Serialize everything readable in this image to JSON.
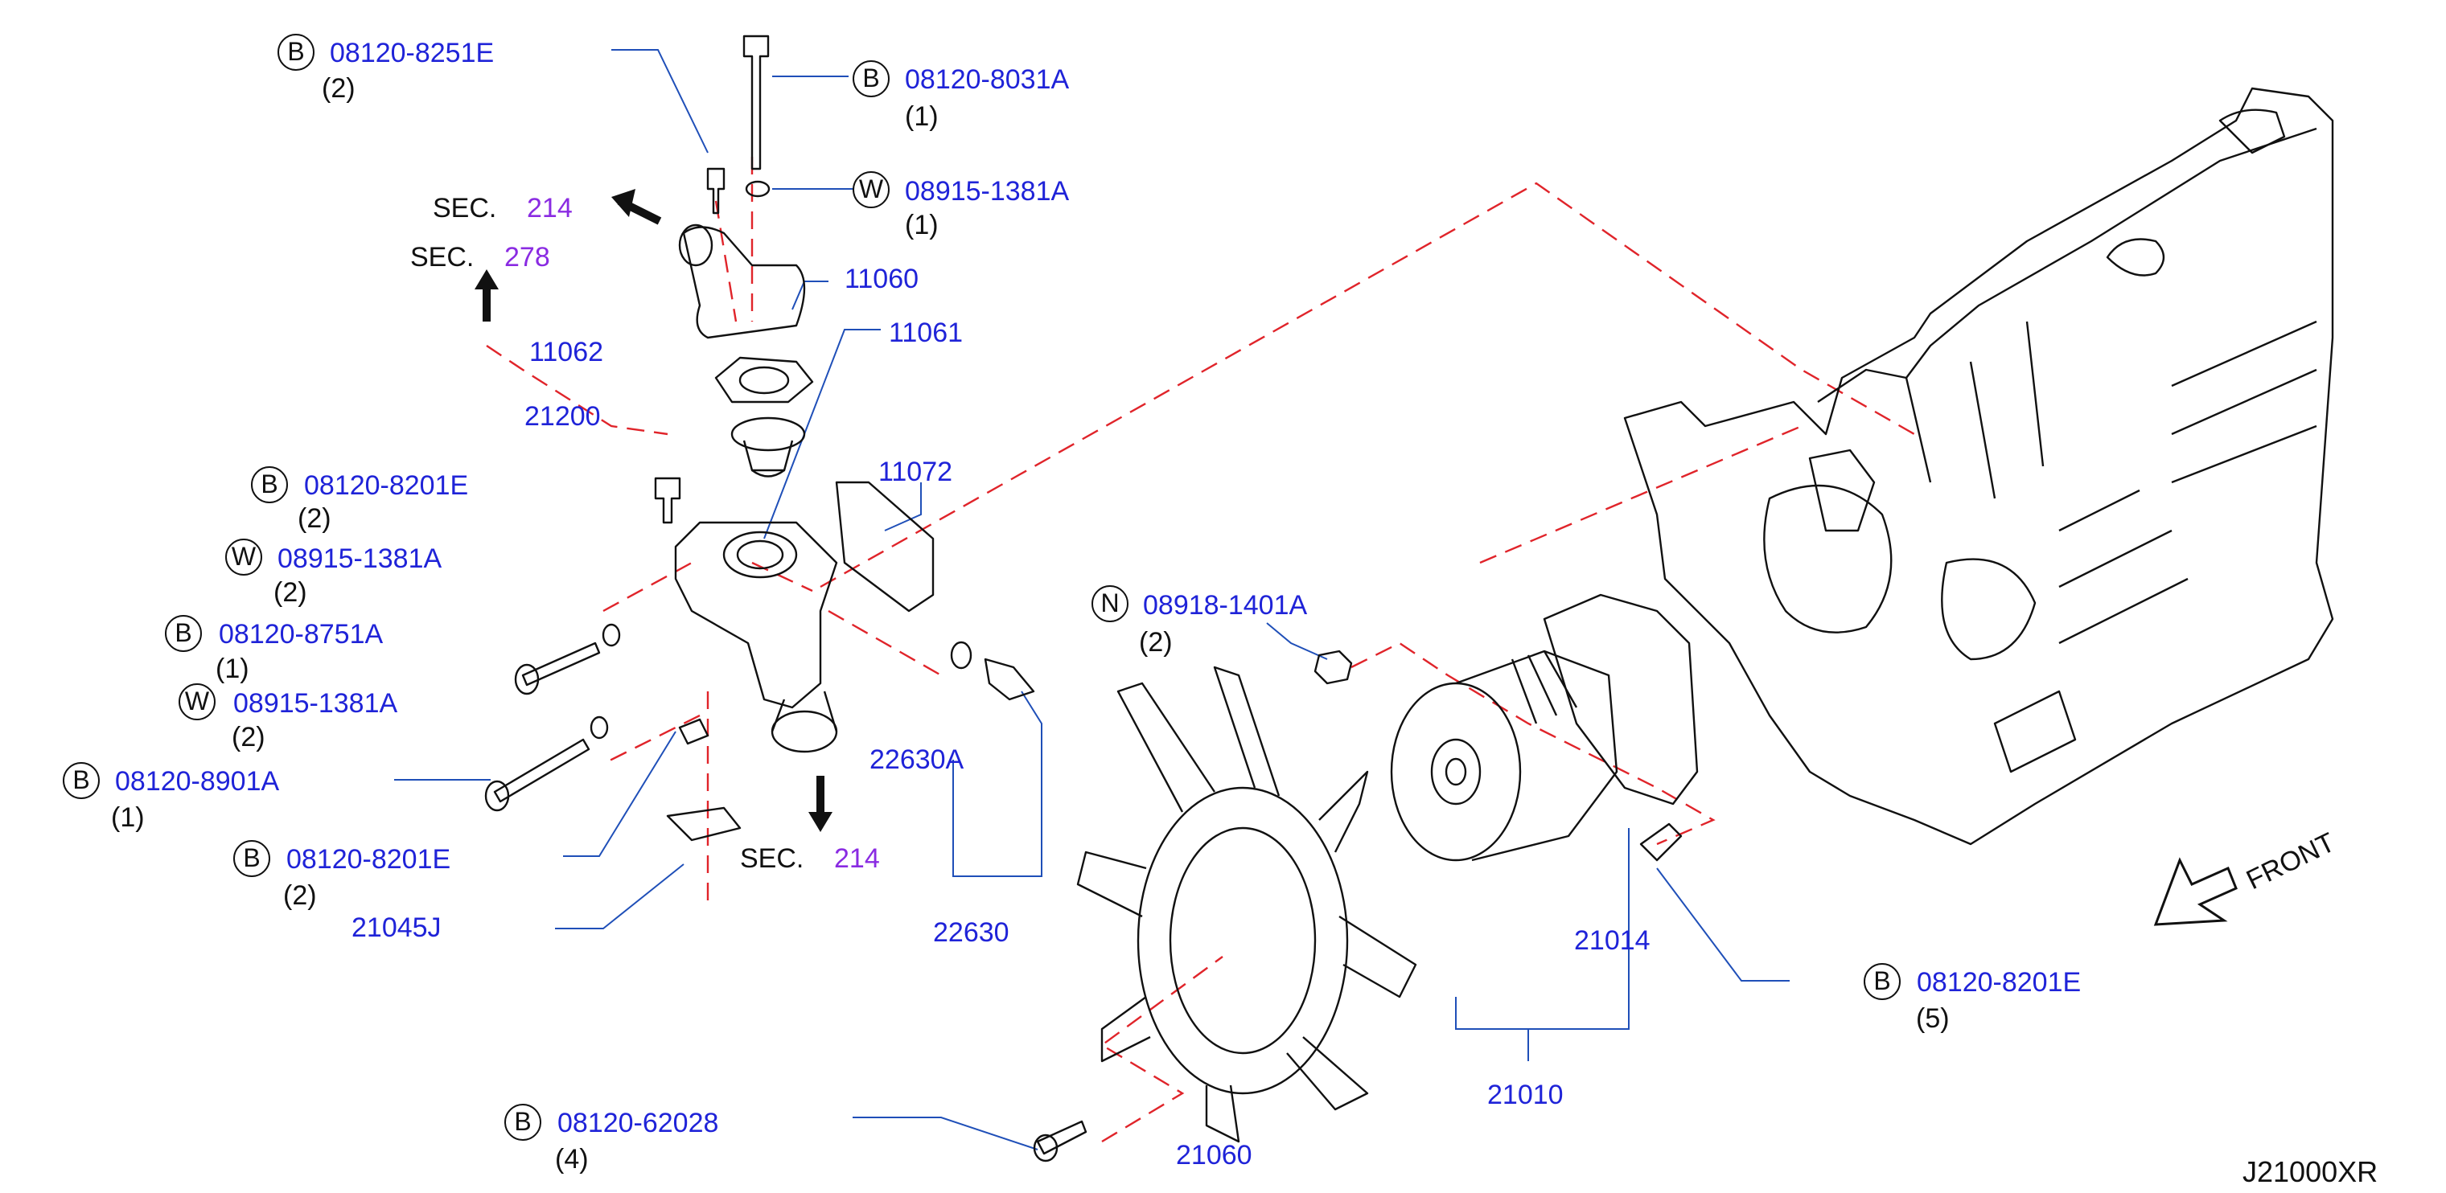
{
  "drawing_code": "J21000XR",
  "front_label": "FRONT",
  "sections": [
    {
      "prefix": "SEC.",
      "number": "214"
    },
    {
      "prefix": "SEC.",
      "number": "278"
    },
    {
      "prefix": "SEC.",
      "number": "214"
    }
  ],
  "parts": [
    {
      "kind": "B",
      "number": "08120-8251E",
      "qty": "(2)"
    },
    {
      "kind": "B",
      "number": "08120-8031A",
      "qty": "(1)"
    },
    {
      "kind": "W",
      "number": "08915-1381A",
      "qty": "(1)"
    },
    {
      "kind": "",
      "number": "11060",
      "qty": ""
    },
    {
      "kind": "",
      "number": "11061",
      "qty": ""
    },
    {
      "kind": "",
      "number": "11062",
      "qty": ""
    },
    {
      "kind": "",
      "number": "21200",
      "qty": ""
    },
    {
      "kind": "B",
      "number": "08120-8201E",
      "qty": "(2)"
    },
    {
      "kind": "W",
      "number": "08915-1381A",
      "qty": "(2)"
    },
    {
      "kind": "B",
      "number": "08120-8751A",
      "qty": "(1)"
    },
    {
      "kind": "W",
      "number": "08915-1381A",
      "qty": "(2)"
    },
    {
      "kind": "B",
      "number": "08120-8901A",
      "qty": "(1)"
    },
    {
      "kind": "B",
      "number": "08120-8201E",
      "qty": "(2)"
    },
    {
      "kind": "",
      "number": "21045J",
      "qty": ""
    },
    {
      "kind": "",
      "number": "11072",
      "qty": ""
    },
    {
      "kind": "",
      "number": "22630A",
      "qty": ""
    },
    {
      "kind": "",
      "number": "22630",
      "qty": ""
    },
    {
      "kind": "N",
      "number": "08918-1401A",
      "qty": "(2)"
    },
    {
      "kind": "",
      "number": "21014",
      "qty": ""
    },
    {
      "kind": "",
      "number": "21010",
      "qty": ""
    },
    {
      "kind": "B",
      "number": "08120-8201E",
      "qty": "(5)"
    },
    {
      "kind": "B",
      "number": "08120-62028",
      "qty": "(4)"
    },
    {
      "kind": "",
      "number": "21060",
      "qty": ""
    }
  ],
  "colors": {
    "part_number": "#1f23d8",
    "section_number": "#8a2be2",
    "leader_line": "#1f4fb8",
    "dashed_line": "#e0242a",
    "drawing_line": "#111111"
  }
}
